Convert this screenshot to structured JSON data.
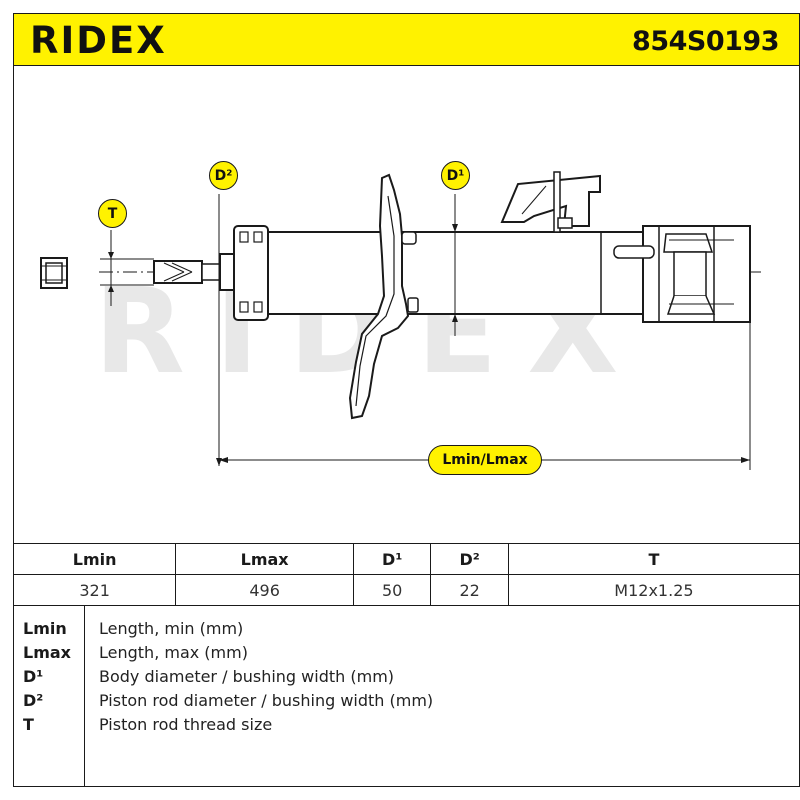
{
  "header": {
    "brand": "RIDEX",
    "part_number": "854S0193"
  },
  "watermark": "RIDEX",
  "dimensions": {
    "t_label": "T",
    "d2_label": "D²",
    "d1_label": "D¹",
    "length_label": "Lmin/Lmax"
  },
  "specs_table": {
    "headers": [
      "Lmin",
      "Lmax",
      "D¹",
      "D²",
      "T"
    ],
    "values": [
      "321",
      "496",
      "50",
      "22",
      "M12x1.25"
    ]
  },
  "legend": [
    {
      "key": "Lmin",
      "desc": "Length, min (mm)"
    },
    {
      "key": "Lmax",
      "desc": "Length, max (mm)"
    },
    {
      "key": "D¹",
      "desc": "Body diameter / bushing width (mm)"
    },
    {
      "key": "D²",
      "desc": "Piston rod diameter / bushing width (mm)"
    },
    {
      "key": "T",
      "desc": "Piston rod thread size"
    }
  ],
  "colors": {
    "accent_yellow": "#fff200",
    "line": "#1a1a1a",
    "watermark": "#e6e6e6"
  }
}
